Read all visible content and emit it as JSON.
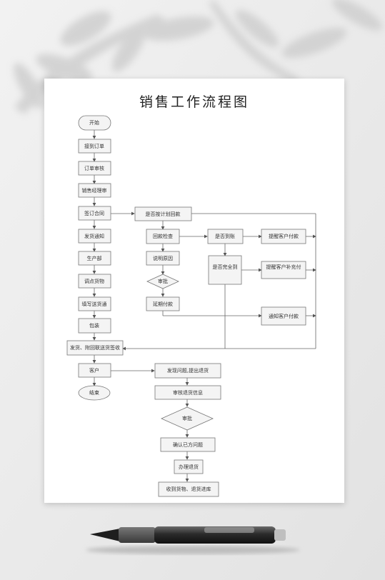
{
  "title": "销售工作流程图",
  "nodes": {
    "start": "开始",
    "receive_order": "接到订单",
    "order_review": "订单审核",
    "manager_review": "销售经理审",
    "sign_contract": "签订合同",
    "send_notice": "发货通知",
    "production": "生产部",
    "pick_goods": "调点货物",
    "fill_delivery": "填写送货通",
    "packing": "包装",
    "ship": "发货、附回联送货签收",
    "customer": "客户",
    "end": "结束",
    "check_plan": "是否按计划回款",
    "payment_check": "回款检查",
    "explain_reason": "说明原因",
    "approve_1": "审批",
    "overdue_payment": "延期付款",
    "is_received": "是否到账",
    "is_full": "是否完全到",
    "remind_pay": "提醒客户付款",
    "remind_supplement": "提醒客户补充付",
    "notify_pay": "通知客户付款",
    "find_issue": "发现问题,提出退货",
    "review_return": "审核退货信息",
    "approve_2": "审批",
    "confirm_issue": "确认已方问题",
    "process_return": "办理退货",
    "receive_goods": "收到货物、退货进库"
  }
}
